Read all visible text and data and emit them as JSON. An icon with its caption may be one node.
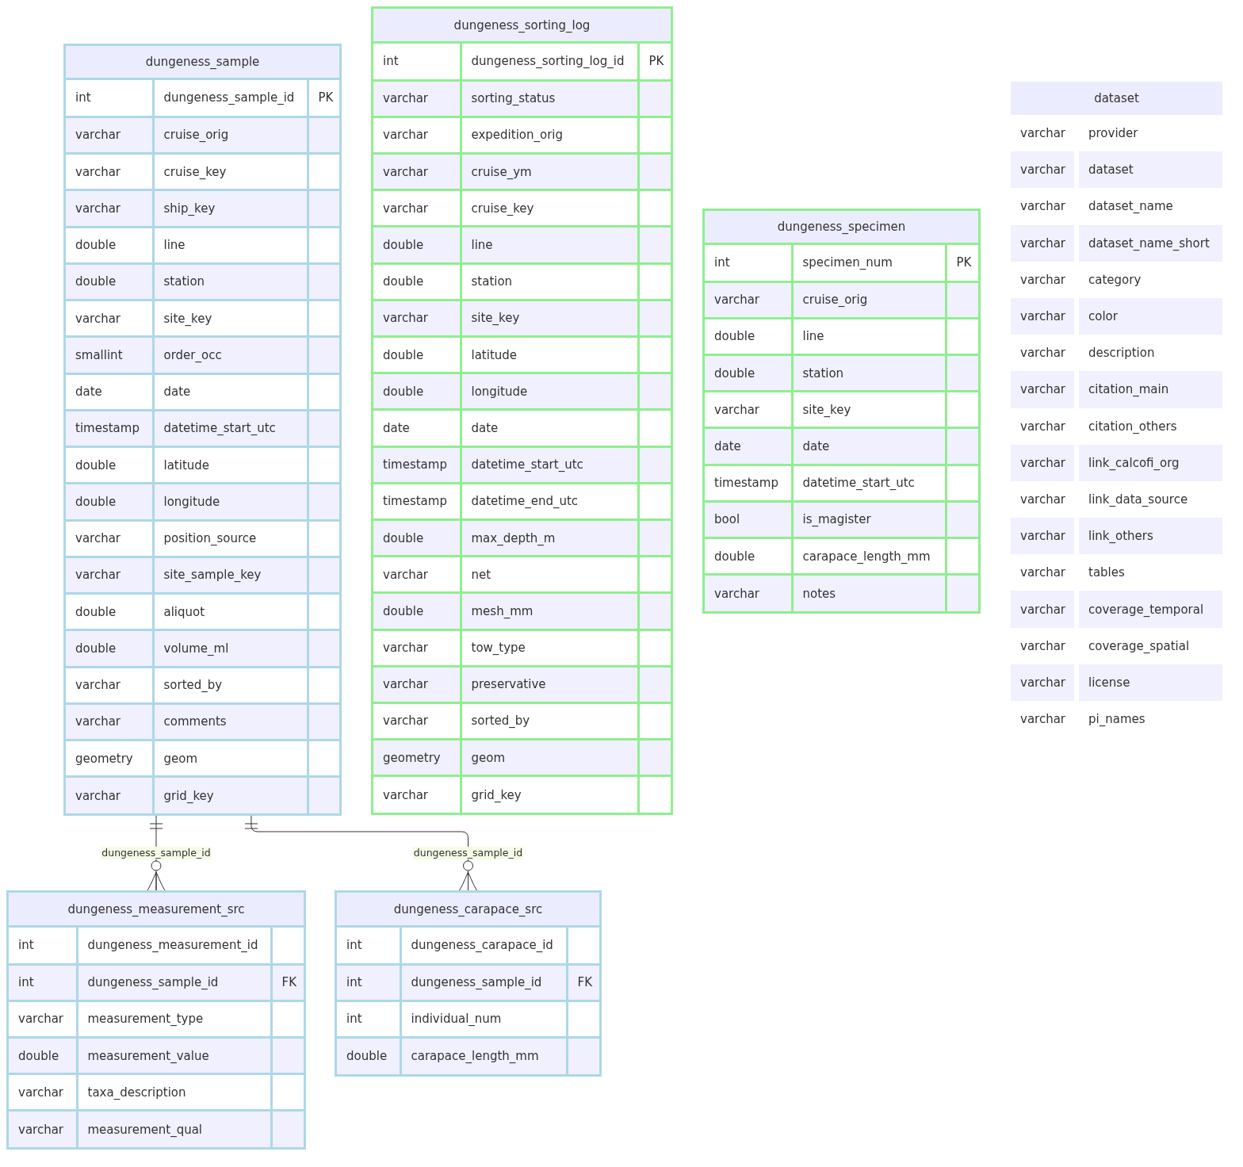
{
  "diagram": {
    "nodes": [
      {
        "text": [
          "dungeness_sample"
        ]
      },
      {
        "text": [
          "int",
          "dungeness_sample_id",
          "PK"
        ],
        "in": 0
      },
      {
        "text": [
          "varchar",
          "cruise_orig"
        ],
        "in": 0
      },
      {
        "text": [
          "varchar",
          "cruise_key"
        ],
        "in": 0
      },
      {
        "text": [
          "varchar",
          "ship_key"
        ],
        "in": 0
      },
      {
        "text": [
          "double",
          "line"
        ],
        "in": 0
      },
      {
        "text": [
          "double",
          "station"
        ],
        "in": 0
      },
      {
        "text": [
          "varchar",
          "site_key"
        ],
        "in": 0
      },
      {
        "text": [
          "smallint",
          "order_occ"
        ],
        "in": 0
      },
      {
        "text": [
          "date",
          "date"
        ],
        "in": 0
      },
      {
        "text": [
          "timestamp",
          "datetime_start_utc"
        ],
        "in": 0
      },
      {
        "text": [
          "double",
          "latitude"
        ],
        "in": 0
      },
      {
        "text": [
          "double",
          "longitude"
        ],
        "in": 0
      },
      {
        "text": [
          "varchar",
          "position_source"
        ],
        "in": 0
      },
      {
        "text": [
          "varchar",
          "site_sample_key"
        ],
        "in": 0
      },
      {
        "text": [
          "double",
          "aliquot"
        ],
        "in": 0
      },
      {
        "text": [
          "double",
          "volume_ml"
        ],
        "in": 0
      },
      {
        "text": [
          "varchar",
          "sorted_by"
        ],
        "in": 0
      },
      {
        "text": [
          "varchar",
          "comments"
        ],
        "in": 0
      },
      {
        "text": [
          "geometry",
          "geom"
        ],
        "in": 0
      },
      {
        "text": [
          "varchar",
          "grid_key"
        ],
        "in": 0
      },
      {
        "text": [
          "dungeness_sorting_log"
        ]
      },
      {
        "text": [
          "int",
          "dungeness_sorting_log_id",
          "PK"
        ],
        "in": 21
      },
      {
        "text": [
          "varchar",
          "sorting_status"
        ],
        "in": 21
      },
      {
        "text": [
          "varchar",
          "expedition_orig"
        ],
        "in": 21
      },
      {
        "text": [
          "varchar",
          "cruise_ym"
        ],
        "in": 21
      },
      {
        "text": [
          "varchar",
          "cruise_key"
        ],
        "in": 21
      },
      {
        "text": [
          "double",
          "line"
        ],
        "in": 21
      },
      {
        "text": [
          "double",
          "station"
        ],
        "in": 21
      },
      {
        "text": [
          "varchar",
          "site_key"
        ],
        "in": 21
      },
      {
        "text": [
          "double",
          "latitude"
        ],
        "in": 21
      },
      {
        "text": [
          "double",
          "longitude"
        ],
        "in": 21
      },
      {
        "text": [
          "date",
          "date"
        ],
        "in": 21
      },
      {
        "text": [
          "timestamp",
          "datetime_start_utc"
        ],
        "in": 21
      },
      {
        "text": [
          "timestamp",
          "datetime_end_utc"
        ],
        "in": 21
      },
      {
        "text": [
          "double",
          "max_depth_m"
        ],
        "in": 21
      },
      {
        "text": [
          "varchar",
          "net"
        ],
        "in": 21
      },
      {
        "text": [
          "double",
          "mesh_mm"
        ],
        "in": 21
      },
      {
        "text": [
          "varchar",
          "tow_type"
        ],
        "in": 21
      },
      {
        "text": [
          "varchar",
          "preservative"
        ],
        "in": 21
      },
      {
        "text": [
          "varchar",
          "sorted_by"
        ],
        "in": 21
      },
      {
        "text": [
          "geometry",
          "geom"
        ],
        "in": 21
      },
      {
        "text": [
          "varchar",
          "grid_key"
        ],
        "in": 21
      },
      {
        "text": [
          "dungeness_specimen"
        ]
      },
      {
        "text": [
          "int",
          "specimen_num",
          "PK"
        ],
        "in": 43
      },
      {
        "text": [
          "varchar",
          "cruise_orig"
        ],
        "in": 43
      },
      {
        "text": [
          "double",
          "line"
        ],
        "in": 43
      },
      {
        "text": [
          "double",
          "station"
        ],
        "in": 43
      },
      {
        "text": [
          "varchar",
          "site_key"
        ],
        "in": 43
      },
      {
        "text": [
          "date",
          "date"
        ],
        "in": 43
      },
      {
        "text": [
          "timestamp",
          "datetime_start_utc"
        ],
        "in": 43
      },
      {
        "text": [
          "bool",
          "is_magister"
        ],
        "in": 43
      },
      {
        "text": [
          "double",
          "carapace_length_mm"
        ],
        "in": 43
      },
      {
        "text": [
          "varchar",
          "notes"
        ],
        "in": 43
      },
      {
        "text": [
          "dataset"
        ]
      },
      {
        "text": [
          "varchar",
          "provider"
        ],
        "in": 54
      },
      {
        "text": [
          "varchar",
          "dataset"
        ],
        "in": 54
      },
      {
        "text": [
          "varchar",
          "dataset_name"
        ],
        "in": 54
      },
      {
        "text": [
          "varchar",
          "dataset_name_short"
        ],
        "in": 54
      },
      {
        "text": [
          "varchar",
          "category"
        ],
        "in": 54
      },
      {
        "text": [
          "varchar",
          "color"
        ],
        "in": 54
      },
      {
        "text": [
          "varchar",
          "description"
        ],
        "in": 54
      },
      {
        "text": [
          "varchar",
          "citation_main"
        ],
        "in": 54
      },
      {
        "text": [
          "varchar",
          "citation_others"
        ],
        "in": 54
      },
      {
        "text": [
          "varchar",
          "link_calcofi_org"
        ],
        "in": 54
      },
      {
        "text": [
          "varchar",
          "link_data_source"
        ],
        "in": 54
      },
      {
        "text": [
          "varchar",
          "link_others"
        ],
        "in": 54
      },
      {
        "text": [
          "varchar",
          "tables"
        ],
        "in": 54
      },
      {
        "text": [
          "varchar",
          "coverage_temporal"
        ],
        "in": 54
      },
      {
        "text": [
          "varchar",
          "coverage_spatial"
        ],
        "in": 54
      },
      {
        "text": [
          "varchar",
          "license"
        ],
        "in": 54
      },
      {
        "text": [
          "varchar",
          "pi_names"
        ],
        "in": 54
      },
      {
        "text": [
          "dungeness_measurement_src"
        ]
      },
      {
        "text": [
          "int",
          "dungeness_measurement_id"
        ],
        "in": 72
      },
      {
        "text": [
          "int",
          "dungeness_sample_id",
          "FK"
        ],
        "in": 72
      },
      {
        "text": [
          "varchar",
          "measurement_type"
        ],
        "in": 72
      },
      {
        "text": [
          "double",
          "measurement_value"
        ],
        "in": 72
      },
      {
        "text": [
          "varchar",
          "taxa_description"
        ],
        "in": 72
      },
      {
        "text": [
          "varchar",
          "measurement_qual"
        ],
        "in": 72
      },
      {
        "text": [
          "dungeness_carapace_src"
        ]
      },
      {
        "text": [
          "int",
          "dungeness_carapace_id"
        ],
        "in": 79
      },
      {
        "text": [
          "int",
          "dungeness_sample_id",
          "FK"
        ],
        "in": 79
      },
      {
        "text": [
          "int",
          "individual_num"
        ],
        "in": 79
      },
      {
        "text": [
          "double",
          "carapace_length_mm"
        ],
        "in": 79
      }
    ],
    "edges": [
      {
        "from": 0,
        "to": 72,
        "arrow": "other",
        "label": "dungeness_sample_id"
      },
      {
        "from": 0,
        "to": 79,
        "arrow": "other",
        "label": "dungeness_sample_id"
      }
    ]
  }
}
